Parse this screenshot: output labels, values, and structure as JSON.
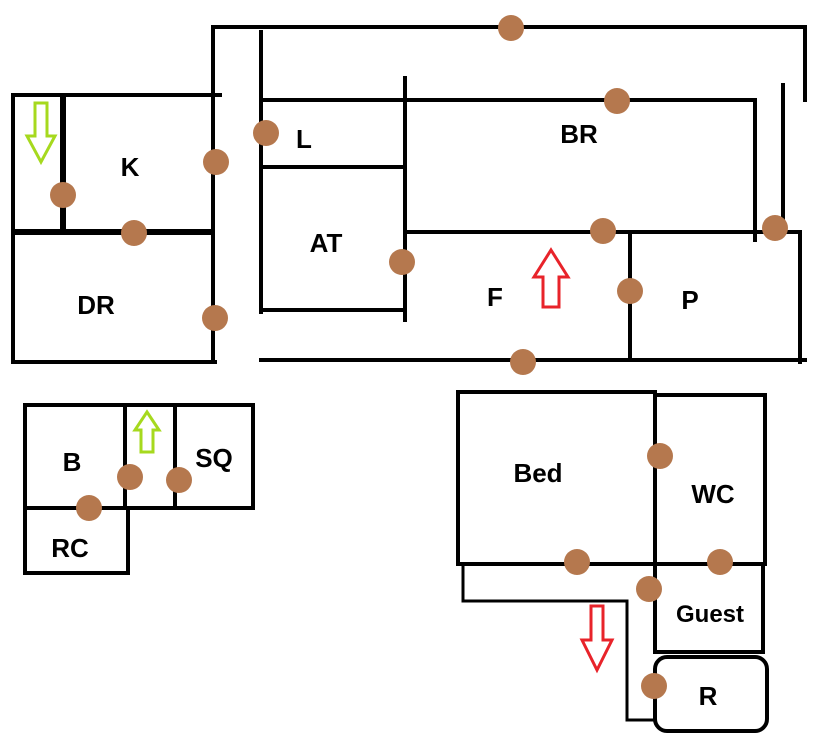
{
  "rooms": {
    "k": "K",
    "l": "L",
    "br": "BR",
    "at": "AT",
    "dr": "DR",
    "f": "F",
    "p": "P",
    "b": "B",
    "sq": "SQ",
    "rc": "RC",
    "bed": "Bed",
    "wc": "WC",
    "guest": "Guest",
    "r": "R"
  },
  "colors": {
    "wall": "#000000",
    "door": "#B5784E",
    "arrow_red": "#E8232A",
    "arrow_green": "#A6D91E",
    "background": "#ffffff"
  },
  "icons": {
    "door_marker": "filled-circle",
    "arrow_up": "outline-arrow-up",
    "arrow_down": "outline-arrow-down"
  }
}
